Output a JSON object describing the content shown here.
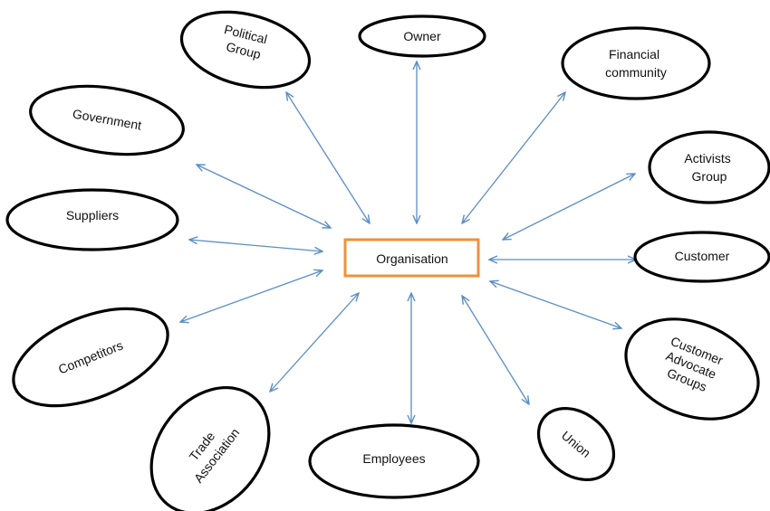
{
  "center": {
    "label": "Organisation",
    "border_color": "#F0913A"
  },
  "colors": {
    "arrow": "#5B8DC4",
    "ellipse_stroke": "#000000"
  },
  "stakeholders": {
    "political_group": [
      "Political",
      "Group"
    ],
    "owner": [
      "Owner"
    ],
    "financial_community": [
      "Financial",
      "community"
    ],
    "government": [
      "Government"
    ],
    "activists_group": [
      "Activists",
      "Group"
    ],
    "suppliers": [
      "Suppliers"
    ],
    "customer": [
      "Customer"
    ],
    "competitors": [
      "Competitors"
    ],
    "customer_advocate_groups": [
      "Customer",
      "Advocate",
      "Groups"
    ],
    "trade_association": [
      "Trade",
      "Association"
    ],
    "employees": [
      "Employees"
    ],
    "union": [
      "Union"
    ]
  }
}
